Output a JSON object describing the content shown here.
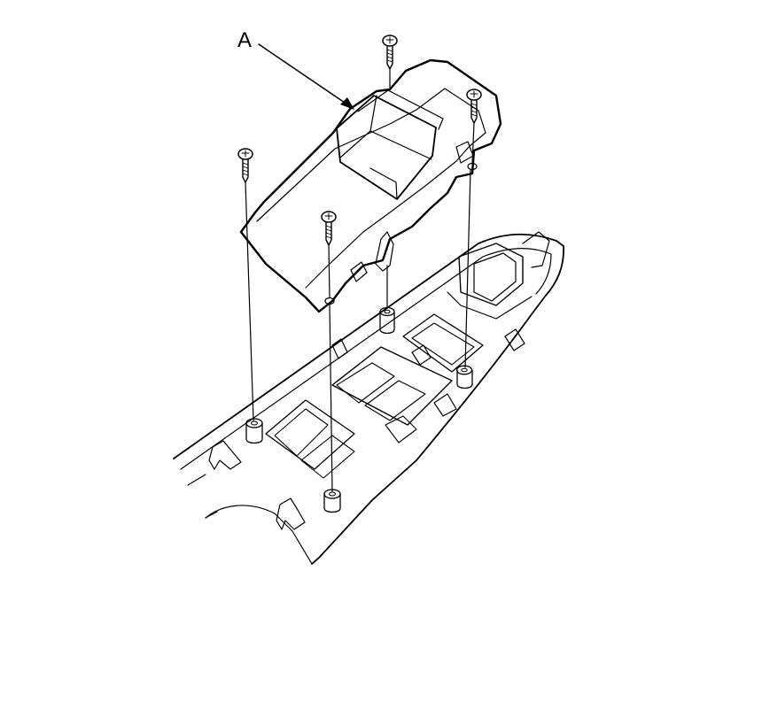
{
  "callouts": {
    "a": "A"
  },
  "colors": {
    "ink": "#000000",
    "background": "#ffffff"
  },
  "parts": {
    "switch": "power-window-master-switch",
    "screw_icon": "screw-icon",
    "panel": "door-armrest-panel"
  }
}
